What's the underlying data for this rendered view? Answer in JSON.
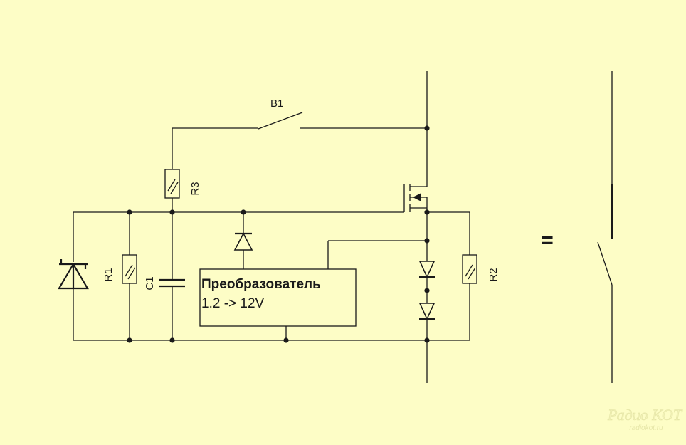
{
  "labels": {
    "switch": "B1",
    "r3": "R3",
    "r1": "R1",
    "c1": "C1",
    "r2": "R2",
    "equals": "="
  },
  "converter": {
    "line1": "Преобразователь",
    "line2": "1.2 -> 12V"
  },
  "watermark": {
    "site_name": "Радио КОТ",
    "url": "radiokot.ru"
  },
  "colors": {
    "background": "#fdfdc6",
    "ink": "#1a1a1a"
  }
}
